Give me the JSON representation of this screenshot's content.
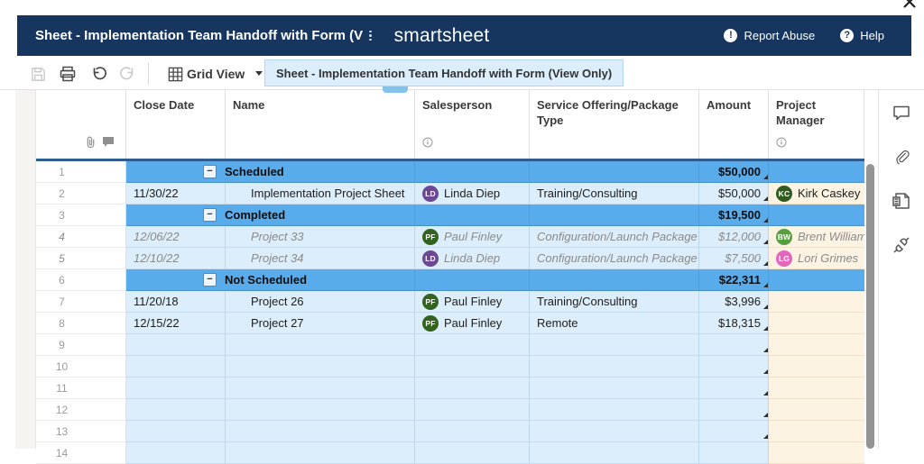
{
  "titlebar": {
    "title": "Sheet - Implementation Team Handoff with Form (V",
    "brand": "smartsheet",
    "report_abuse": "Report Abuse",
    "help": "Help",
    "report_abuse_glyph": "!",
    "help_glyph": "?"
  },
  "toolbar": {
    "view_label": "Grid View",
    "tooltip": "Sheet - Implementation Team Handoff with Form (View Only)",
    "icons": [
      "save",
      "print",
      "undo",
      "redo",
      "grid-view"
    ]
  },
  "grid": {
    "columns": [
      {
        "label": "Close Date",
        "info": false
      },
      {
        "label": "Name",
        "info": false
      },
      {
        "label": "Salesperson",
        "info": true
      },
      {
        "label": "Service Offering/Package Type",
        "info": false
      },
      {
        "label": "Amount",
        "info": false
      },
      {
        "label": "Project Manager",
        "info": true
      }
    ],
    "rows": [
      {
        "num": "1",
        "kind": "group",
        "label": "Scheduled",
        "amount": "$50,000"
      },
      {
        "num": "2",
        "kind": "data",
        "italic": false,
        "date": "11/30/22",
        "name": "Implementation Project Sheet",
        "salesperson": {
          "initials": "LD",
          "name": "Linda Diep",
          "color": "#6C4796"
        },
        "service": "Training/Consulting",
        "amount": "$50,000",
        "pm": {
          "initials": "KC",
          "name": "Kirk Caskey",
          "color": "#2F5B1E"
        }
      },
      {
        "num": "3",
        "kind": "group",
        "label": "Completed",
        "amount": "$19,500"
      },
      {
        "num": "4",
        "kind": "data",
        "italic": true,
        "date": "12/06/22",
        "name": "Project 33",
        "salesperson": {
          "initials": "PF",
          "name": "Paul Finley",
          "color": "#33641F"
        },
        "service": "Configuration/Launch Package",
        "amount": "$12,000",
        "pm": {
          "initials": "BW",
          "name": "Brent Williams",
          "color": "#55A03C"
        }
      },
      {
        "num": "5",
        "kind": "data",
        "italic": true,
        "date": "12/10/22",
        "name": "Project 34",
        "salesperson": {
          "initials": "LD",
          "name": "Linda Diep",
          "color": "#6C4796"
        },
        "service": "Configuration/Launch Package",
        "amount": "$7,500",
        "pm": {
          "initials": "LG",
          "name": "Lori Grimes",
          "color": "#E464BE"
        }
      },
      {
        "num": "6",
        "kind": "group",
        "label": "Not Scheduled",
        "amount": "$22,311"
      },
      {
        "num": "7",
        "kind": "data",
        "italic": false,
        "date": "11/20/18",
        "name": "Project 26",
        "salesperson": {
          "initials": "PF",
          "name": "Paul Finley",
          "color": "#33641F"
        },
        "service": "Training/Consulting",
        "amount": "$3,996",
        "pm": null
      },
      {
        "num": "8",
        "kind": "data",
        "italic": false,
        "date": "12/15/22",
        "name": "Project 27",
        "salesperson": {
          "initials": "PF",
          "name": "Paul Finley",
          "color": "#33641F"
        },
        "service": "Remote",
        "amount": "$18,315",
        "pm": null
      },
      {
        "num": "9",
        "kind": "empty"
      },
      {
        "num": "10",
        "kind": "empty"
      },
      {
        "num": "11",
        "kind": "empty"
      },
      {
        "num": "12",
        "kind": "empty"
      },
      {
        "num": "13",
        "kind": "empty"
      },
      {
        "num": "14",
        "kind": "empty"
      }
    ]
  },
  "right_rail": {
    "icons": [
      "comment",
      "attachment",
      "proofs",
      "plug"
    ]
  },
  "colors": {
    "titlebar_navy": "#16365F",
    "group_row_blue": "#58ACEC",
    "data_row_blue": "#DCEEFB",
    "pm_group_orange": "#FBC56D",
    "pm_data_cream": "#FCF3E3",
    "tooltip_blue": "#DCEEFB",
    "grid_top_line": "#2D5C8E"
  }
}
